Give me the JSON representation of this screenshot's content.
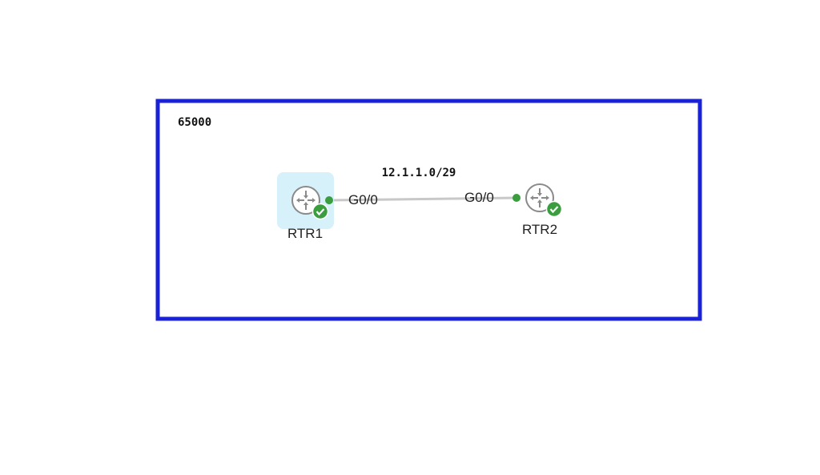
{
  "topology": {
    "as_label": "65000",
    "link": {
      "subnet": "12.1.1.0/29",
      "left_interface": "G0/0",
      "right_interface": "G0/0"
    },
    "devices": [
      {
        "name": "RTR1",
        "status": "ok",
        "selected": true
      },
      {
        "name": "RTR2",
        "status": "ok",
        "selected": false
      }
    ]
  },
  "colors": {
    "as_border": "#1a22d8",
    "status_ok": "#3a9d3e",
    "selection": "#d6f1f9",
    "link": "#c8c8c8"
  }
}
